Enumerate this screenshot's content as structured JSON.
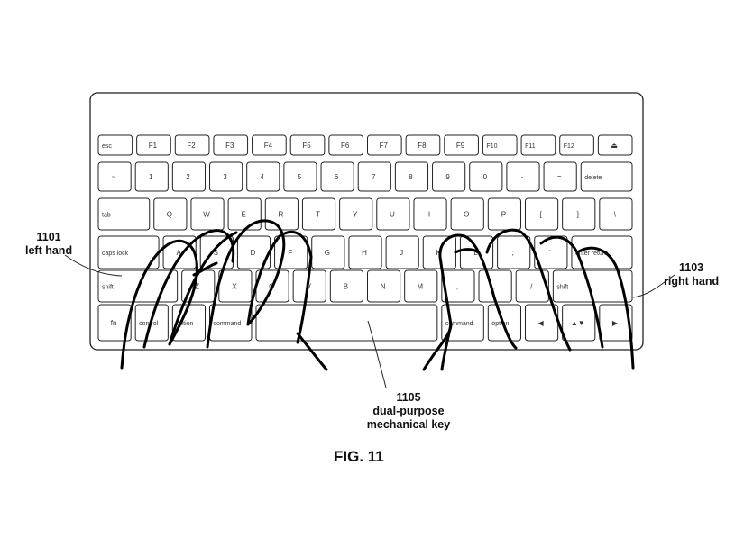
{
  "figure": {
    "title": "FIG. 11",
    "labels": {
      "left_hand": {
        "number": "1101",
        "text": "left hand"
      },
      "right_hand": {
        "number": "1103",
        "text": "right hand"
      },
      "key": {
        "number": "1105",
        "text_line1": "dual-purpose",
        "text_line2": "mechanical key"
      }
    }
  },
  "keyboard": {
    "rows": [
      [
        "esc",
        "F1",
        "F2",
        "F3",
        "F4",
        "F5",
        "F6",
        "F7",
        "F8",
        "F9",
        "F10",
        "F11",
        "F12",
        "⏏"
      ],
      [
        "~",
        "1",
        "2",
        "3",
        "4",
        "5",
        "6",
        "7",
        "8",
        "9",
        "0",
        "-",
        "=",
        "delete"
      ],
      [
        "tab",
        "Q",
        "W",
        "E",
        "R",
        "T",
        "Y",
        "U",
        "I",
        "O",
        "P",
        "[",
        "]",
        "\\"
      ],
      [
        "caps lock",
        "A",
        "S",
        "D",
        "F",
        "G",
        "H",
        "J",
        "K",
        "L",
        ";",
        "'",
        "enter return"
      ],
      [
        "shift",
        "Z",
        "X",
        "C",
        "V",
        "B",
        "N",
        "M",
        ",",
        ".",
        "/",
        "shift"
      ],
      [
        "fn",
        "control",
        "option",
        "command",
        "",
        "command",
        "option",
        "◀",
        "▲▼",
        "▶"
      ]
    ]
  }
}
